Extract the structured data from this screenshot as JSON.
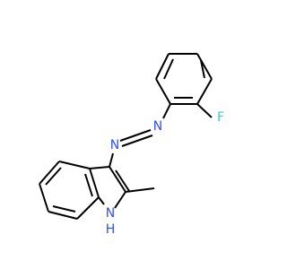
{
  "atoms": {
    "fluorine": {
      "symbol": "F",
      "color": "#33cccc"
    },
    "azo_n_upper": {
      "symbol": "N",
      "color": "#3050f8"
    },
    "azo_n_lower": {
      "symbol": "N",
      "color": "#3050f8"
    },
    "indole_nh": {
      "symbol": "N",
      "hydrogen": "H",
      "color": "#3050f8"
    }
  },
  "bond_color": "#000000"
}
